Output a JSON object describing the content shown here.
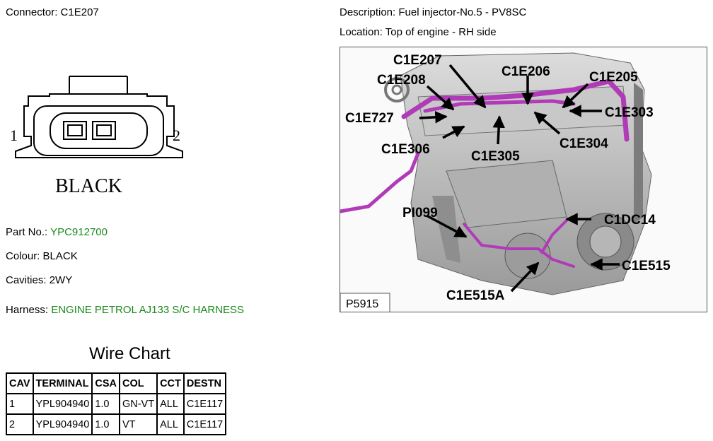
{
  "connector": {
    "label": "Connector:",
    "value": "C1E207"
  },
  "description": {
    "label": "Description:",
    "value": "Fuel injector-No.5 - PV8SC"
  },
  "location": {
    "label": "Location:",
    "value": "Top of engine - RH side"
  },
  "connector_drawing": {
    "pin_left": "1",
    "pin_right": "2",
    "colour_caption": "BLACK"
  },
  "part_no": {
    "label": "Part No.:",
    "value": "YPC912700"
  },
  "colour": {
    "label": "Colour:",
    "value": "BLACK"
  },
  "cavities": {
    "label": "Cavities:",
    "value": "2WY"
  },
  "harness": {
    "label": "Harness:",
    "value": "ENGINE PETROL AJ133 S/C HARNESS"
  },
  "wire_chart": {
    "title": "Wire Chart",
    "headers": [
      "CAV",
      "TERMINAL",
      "CSA",
      "COL",
      "CCT",
      "DESTN"
    ],
    "rows": [
      [
        "1",
        "YPL904940",
        "1.0",
        "GN-VT",
        "ALL",
        "C1E117"
      ],
      [
        "2",
        "YPL904940",
        "1.0",
        "VT",
        "ALL",
        "C1E117"
      ]
    ]
  },
  "engine_image": {
    "ref": "P5915",
    "callouts": {
      "c1e207": "C1E207",
      "c1e208": "C1E208",
      "c1e206": "C1E206",
      "c1e205": "C1E205",
      "c1e727": "C1E727",
      "c1e303": "C1E303",
      "c1e306": "C1E306",
      "c1e305": "C1E305",
      "c1e304": "C1E304",
      "pi099": "PI099",
      "c1dc14": "C1DC14",
      "c1e515": "C1E515",
      "c1e515a": "C1E515A"
    },
    "harness_color": "#b03ab8"
  }
}
